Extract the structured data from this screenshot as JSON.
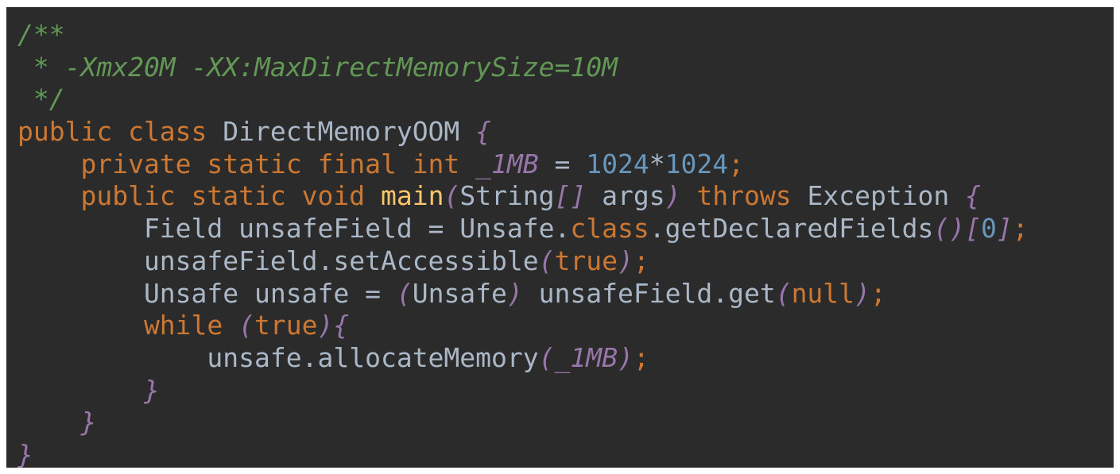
{
  "colors": {
    "background": "#2b2b2b",
    "comment": "#629755",
    "keyword": "#cc7832",
    "number": "#6897bb",
    "brace": "#9876aa",
    "method": "#ffc66d",
    "text": "#a9b7c6"
  },
  "code_lines": [
    [
      {
        "t": "/**",
        "k": "comment"
      }
    ],
    [
      {
        "t": " * -Xmx20M -XX:MaxDirectMemorySize=10M",
        "k": "comment"
      }
    ],
    [
      {
        "t": " */",
        "k": "comment"
      }
    ],
    [
      {
        "t": "public class ",
        "k": "keyword"
      },
      {
        "t": "DirectMemoryOOM ",
        "k": "ident"
      },
      {
        "t": "{",
        "k": "brace"
      }
    ],
    [
      {
        "t": "    private static final int ",
        "k": "keyword"
      },
      {
        "t": "_1MB",
        "k": "static"
      },
      {
        "t": " = ",
        "k": "punct"
      },
      {
        "t": "1024",
        "k": "number"
      },
      {
        "t": "*",
        "k": "punct"
      },
      {
        "t": "1024",
        "k": "number"
      },
      {
        "t": ";",
        "k": "semi"
      }
    ],
    [
      {
        "t": "    public static void ",
        "k": "keyword"
      },
      {
        "t": "main",
        "k": "method"
      },
      {
        "t": "(",
        "k": "brace"
      },
      {
        "t": "String",
        "k": "ident"
      },
      {
        "t": "[]",
        "k": "brace"
      },
      {
        "t": " args",
        "k": "ident"
      },
      {
        "t": ") ",
        "k": "brace"
      },
      {
        "t": "throws ",
        "k": "keyword"
      },
      {
        "t": "Exception ",
        "k": "ident"
      },
      {
        "t": "{",
        "k": "brace"
      }
    ],
    [
      {
        "t": "        Field unsafeField = Unsafe.",
        "k": "ident"
      },
      {
        "t": "class",
        "k": "keyword"
      },
      {
        "t": ".getDeclaredFields",
        "k": "ident"
      },
      {
        "t": "()[",
        "k": "brace"
      },
      {
        "t": "0",
        "k": "number"
      },
      {
        "t": "]",
        "k": "brace"
      },
      {
        "t": ";",
        "k": "semi"
      }
    ],
    [
      {
        "t": "        unsafeField.setAccessible",
        "k": "ident"
      },
      {
        "t": "(",
        "k": "brace"
      },
      {
        "t": "true",
        "k": "keyword"
      },
      {
        "t": ")",
        "k": "brace"
      },
      {
        "t": ";",
        "k": "semi"
      }
    ],
    [
      {
        "t": "        Unsafe unsafe = ",
        "k": "ident"
      },
      {
        "t": "(",
        "k": "brace"
      },
      {
        "t": "Unsafe",
        "k": "ident"
      },
      {
        "t": ") ",
        "k": "brace"
      },
      {
        "t": "unsafeField.get",
        "k": "ident"
      },
      {
        "t": "(",
        "k": "brace"
      },
      {
        "t": "null",
        "k": "keyword"
      },
      {
        "t": ")",
        "k": "brace"
      },
      {
        "t": ";",
        "k": "semi"
      }
    ],
    [
      {
        "t": "        while ",
        "k": "keyword"
      },
      {
        "t": "(",
        "k": "brace"
      },
      {
        "t": "true",
        "k": "keyword"
      },
      {
        "t": "){",
        "k": "brace"
      }
    ],
    [
      {
        "t": "            unsafe.allocateMemory",
        "k": "ident"
      },
      {
        "t": "(",
        "k": "brace"
      },
      {
        "t": "_1MB",
        "k": "static"
      },
      {
        "t": ")",
        "k": "brace"
      },
      {
        "t": ";",
        "k": "semi"
      }
    ],
    [
      {
        "t": "        }",
        "k": "brace"
      }
    ],
    [
      {
        "t": "    }",
        "k": "brace"
      }
    ],
    [
      {
        "t": "}",
        "k": "brace"
      }
    ]
  ]
}
